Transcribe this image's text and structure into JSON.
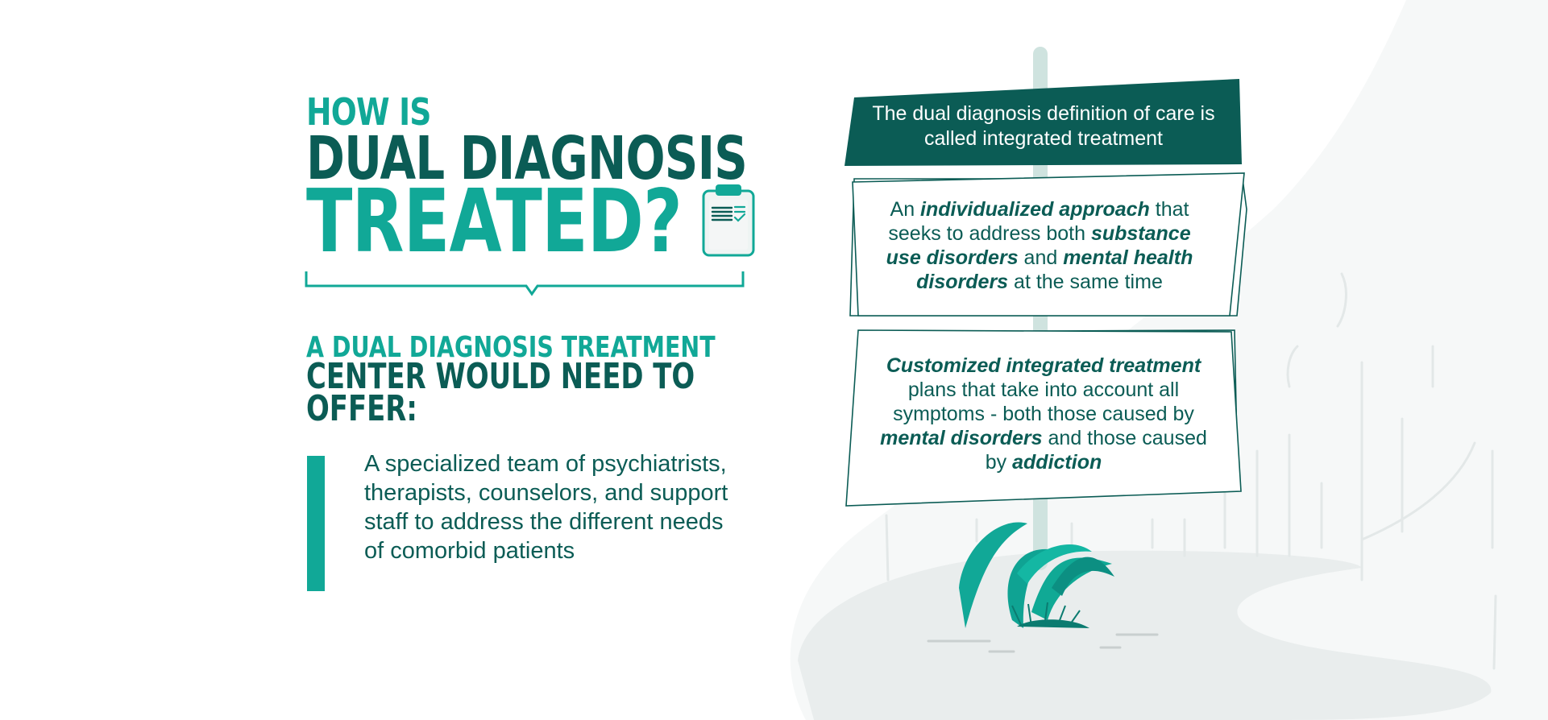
{
  "heading": {
    "line1": "HOW IS",
    "line2": "DUAL DIAGNOSIS",
    "line3": "TREATED?"
  },
  "subheading": {
    "line1": "A DUAL DIAGNOSIS TREATMENT",
    "line2": "CENTER WOULD NEED TO",
    "line3": "OFFER:"
  },
  "offer_item": "A specialized team of psychiatrists, therapists, counselors, and support staff to address the different needs of comorbid patients",
  "sign": {
    "banner": "The dual diagnosis definition of care is called integrated treatment",
    "card1": {
      "t1": "An ",
      "b1": "individualized approach",
      "t2": " that seeks to address both ",
      "b2": "substance use disorders",
      "t3": " and ",
      "b3": "mental health disorders",
      "t4": " at the same time"
    },
    "card2": {
      "b1": "Customized integrated treatment",
      "t1": " plans that take into account all symptoms - both those caused by ",
      "b2": "mental disorders",
      "t2": " and those caused by ",
      "b3": "addiction"
    }
  },
  "icons": {
    "clipboard": "clipboard-checklist-icon",
    "plant": "plant-illustration"
  },
  "colors": {
    "teal": "#11a897",
    "dark_teal": "#0b5c55",
    "light_gray": "#eef1f1",
    "pole": "#cfe3df"
  }
}
